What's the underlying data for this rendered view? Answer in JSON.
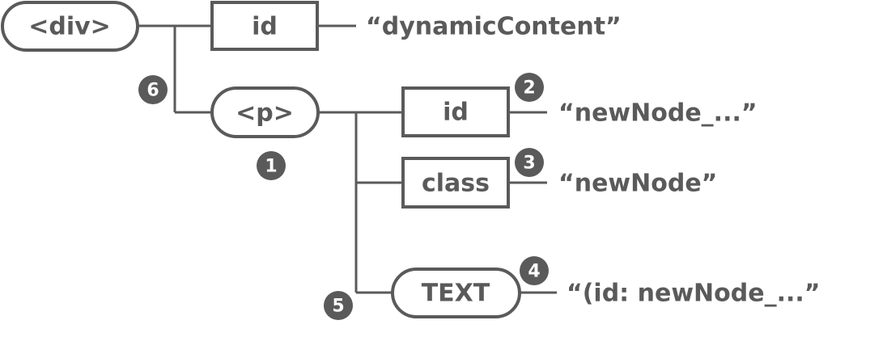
{
  "diagram": {
    "nodes": {
      "div": "<div>",
      "div_attr_id": "id",
      "p": "<p>",
      "p_attr_id": "id",
      "p_attr_class": "class",
      "text": "TEXT"
    },
    "values": {
      "div_id": "“dynamicContent”",
      "p_id": "“newNode_...”",
      "p_class": "“newNode”",
      "text": "“(id: newNode_...”"
    },
    "badges": {
      "b1": "1",
      "b2": "2",
      "b3": "3",
      "b4": "4",
      "b5": "5",
      "b6": "6"
    },
    "colors": {
      "stroke": "#5a5a5a",
      "text": "#5a5a5a",
      "badge_fill": "#5a5a5a",
      "badge_text": "#ffffff"
    }
  }
}
